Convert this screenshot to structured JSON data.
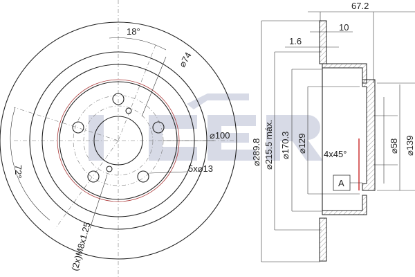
{
  "watermark": "ICER",
  "front_view": {
    "angle_top": "18°",
    "angle_left": "72°",
    "d_74": "⌀74",
    "d_100": "⌀100",
    "holes": "5x⌀13",
    "thread": "(2x)M8x1.25"
  },
  "section_view": {
    "width": "67.2",
    "thickness": "10",
    "offset": "1.6",
    "d_outer": "⌀289.8",
    "d_max": "⌀215.5 máx.",
    "d_170": "⌀170.3",
    "d_129": "⌀129",
    "chamfer": "4x45°",
    "d_58": "⌀58",
    "d_139": "⌀139",
    "datum": "A"
  },
  "colors": {
    "line": "#222222",
    "watermark": "#c9cedd",
    "accent": "#cc3333"
  }
}
